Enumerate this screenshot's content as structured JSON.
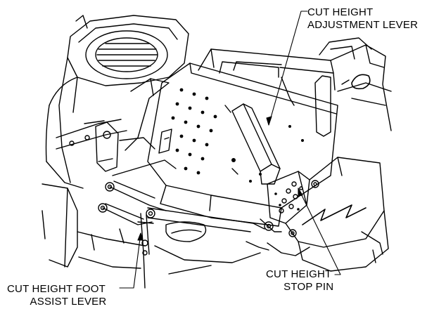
{
  "colors": {
    "ink": "#000000",
    "paper": "#ffffff",
    "shade": "#3a3a3a"
  },
  "callouts": {
    "adjustment_lever": {
      "line1": "CUT HEIGHT",
      "line2": "ADJUSTMENT LEVER"
    },
    "foot_assist_lever": {
      "line1": "CUT HEIGHT FOOT",
      "line2": "ASSIST LEVER"
    },
    "stop_pin": {
      "line1": "CUT HEIGHT",
      "line2": "STOP PIN"
    }
  }
}
